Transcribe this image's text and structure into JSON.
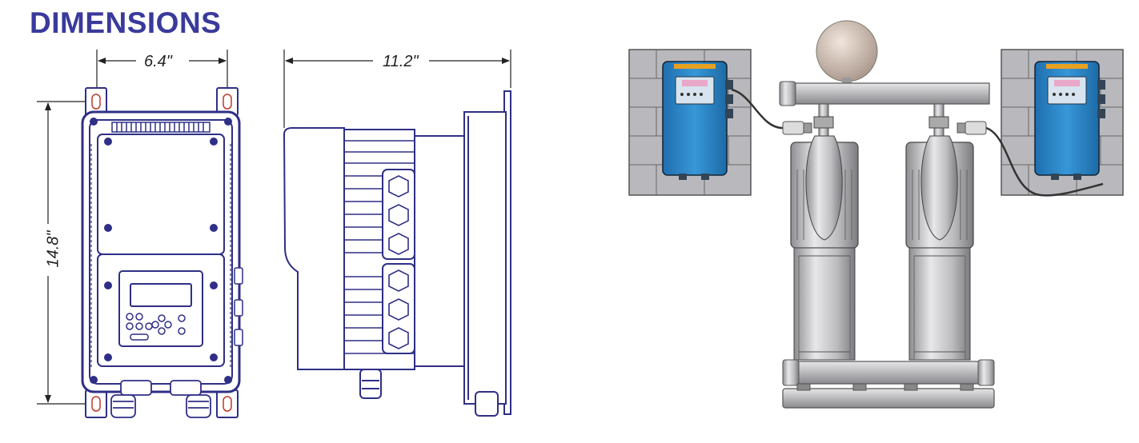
{
  "heading": "DIMENSIONS",
  "dimensions": {
    "width": "6.4\"",
    "depth": "11.2\"",
    "height": "14.8\""
  },
  "colors": {
    "line": "#2f2f86",
    "title": "#3a3a9c",
    "panel": "#2a86c8",
    "wall": "#b9b9bd",
    "steel": "#c9c9cc"
  },
  "icons": {
    "front_view": "drive-front-view-drawing",
    "side_view": "drive-side-view-drawing",
    "booster_system": "pump-booster-system-illustration"
  }
}
